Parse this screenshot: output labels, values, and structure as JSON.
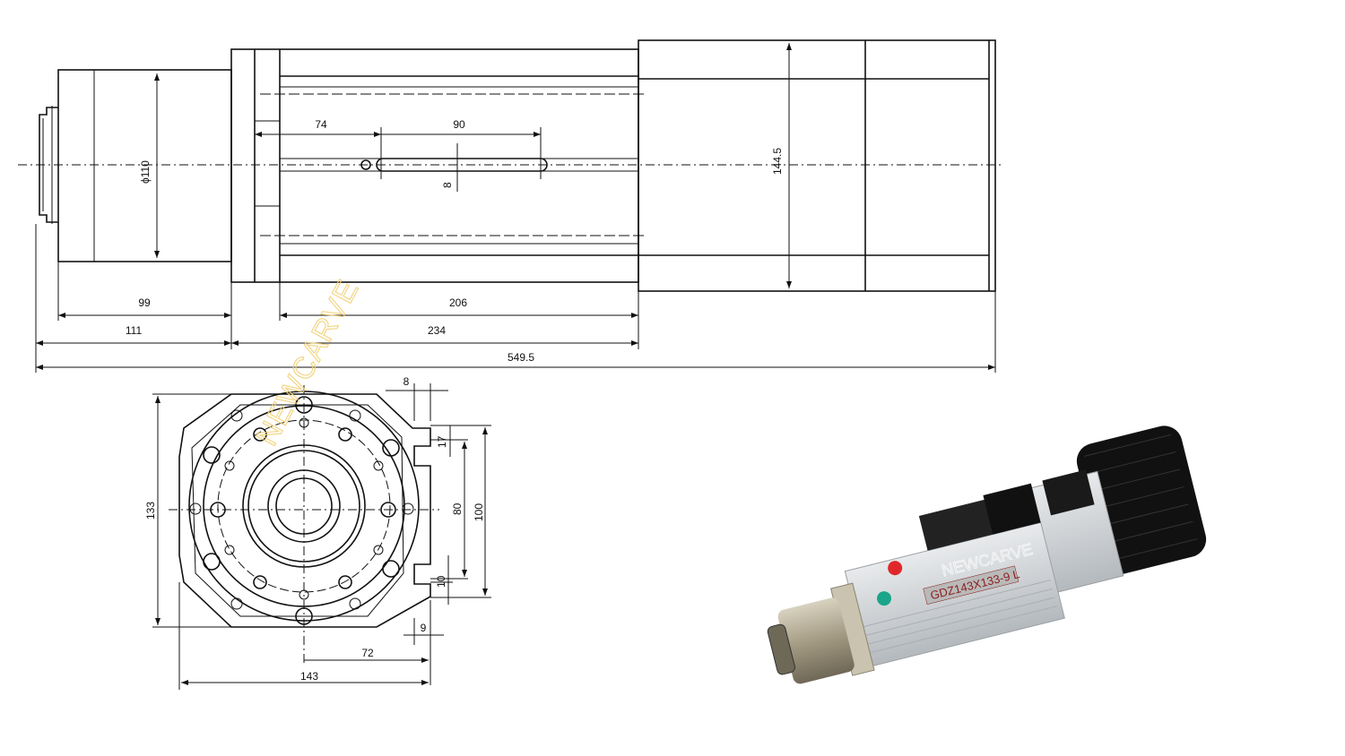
{
  "watermark": "NEWCARVE",
  "side_view": {
    "dimensions": {
      "d_74": "74",
      "d_90": "90",
      "d_8": "8",
      "d_phi110": "ϕ110",
      "d_144_5": "144.5",
      "d_99": "99",
      "d_206": "206",
      "d_111": "111",
      "d_234": "234",
      "d_549_5": "549.5"
    }
  },
  "front_view": {
    "dimensions": {
      "d_8": "8",
      "d_17": "17",
      "d_80": "80",
      "d_100": "100",
      "d_133": "133",
      "d_10": "10",
      "d_9": "9",
      "d_72": "72",
      "d_143": "143"
    }
  },
  "photo": {
    "model_label": "GDZ143X133-9 L",
    "colors": {
      "housing": "#cfd3d6",
      "motor_fins": "#111111",
      "nose": "#a9a08a",
      "label_text": "#8b1c1c"
    }
  }
}
